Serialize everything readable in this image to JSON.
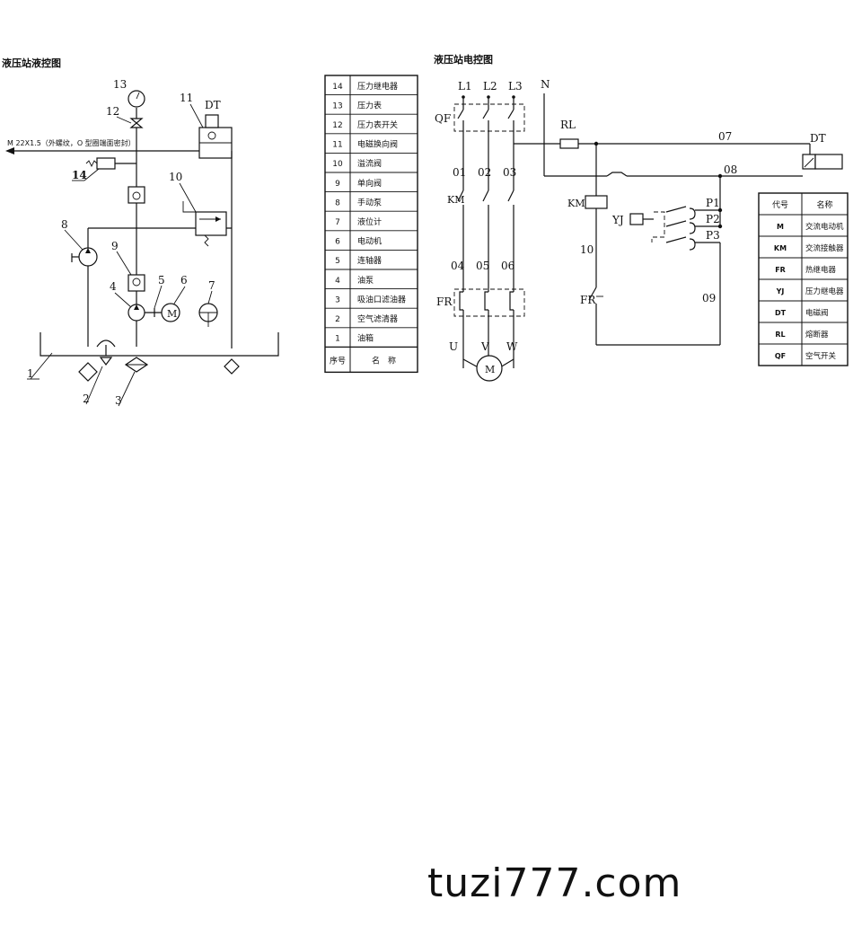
{
  "hydraulic": {
    "title": "液压站液控图",
    "port_note": "M 22X1.5（外螺纹，O 型圈端面密封）",
    "labels": {
      "n1": "1",
      "n2": "2",
      "n3": "3",
      "n4": "4",
      "n5": "5",
      "n6": "6",
      "n7": "7",
      "n8": "8",
      "n9": "9",
      "n10": "10",
      "n11": "11",
      "n12": "12",
      "n13": "13",
      "n14": "14",
      "dt": "DT",
      "motor": "M"
    }
  },
  "parts_table": {
    "rows": [
      {
        "no": "14",
        "name": "压力继电器"
      },
      {
        "no": "13",
        "name": "压力表"
      },
      {
        "no": "12",
        "name": "压力表开关"
      },
      {
        "no": "11",
        "name": "电磁换向阀"
      },
      {
        "no": "10",
        "name": "溢流阀"
      },
      {
        "no": "9",
        "name": "单向阀"
      },
      {
        "no": "8",
        "name": "手动泵"
      },
      {
        "no": "7",
        "name": "液位计"
      },
      {
        "no": "6",
        "name": "电动机"
      },
      {
        "no": "5",
        "name": "连轴器"
      },
      {
        "no": "4",
        "name": "油泵"
      },
      {
        "no": "3",
        "name": "吸油口滤油器"
      },
      {
        "no": "2",
        "name": "空气滤清器"
      },
      {
        "no": "1",
        "name": "油箱"
      }
    ],
    "footer": {
      "no": "序号",
      "name": "名　称"
    }
  },
  "electrical": {
    "title": "液压站电控图",
    "labels": {
      "l1": "L1",
      "l2": "L2",
      "l3": "L3",
      "n": "N",
      "qf": "QF",
      "rl": "RL",
      "w07": "07",
      "w08": "08",
      "dt": "DT",
      "w01": "01",
      "w02": "02",
      "w03": "03",
      "km_left": "KM",
      "km_coil": "KM",
      "yj": "YJ",
      "p1": "P1",
      "p2": "P2",
      "p3": "P3",
      "w10": "10",
      "w04": "04",
      "w05": "05",
      "w06": "06",
      "fr_left": "FR",
      "fr_right": "FR",
      "w09": "09",
      "u": "U",
      "v": "V",
      "w": "W",
      "motor": "M"
    }
  },
  "codes_table": {
    "header": {
      "code": "代号",
      "name": "名称"
    },
    "rows": [
      {
        "code": "M",
        "name": "交流电动机"
      },
      {
        "code": "KM",
        "name": "交流接触器"
      },
      {
        "code": "FR",
        "name": "热继电器"
      },
      {
        "code": "YJ",
        "name": "压力继电器"
      },
      {
        "code": "DT",
        "name": "电磁阀"
      },
      {
        "code": "RL",
        "name": "熔断器"
      },
      {
        "code": "QF",
        "name": "空气开关"
      }
    ]
  },
  "watermark": "tuzi777.com"
}
